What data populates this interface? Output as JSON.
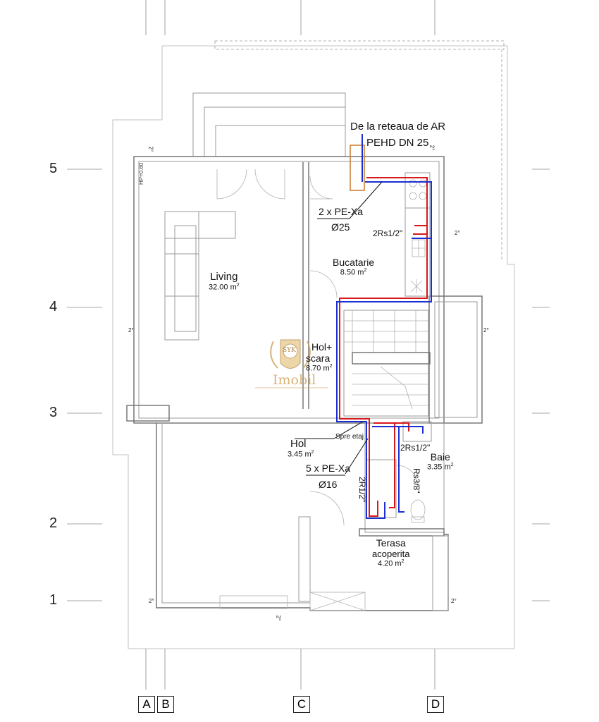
{
  "axes": {
    "rows": [
      "5",
      "4",
      "3",
      "2",
      "1"
    ],
    "columns": [
      "A",
      "B",
      "C",
      "D"
    ]
  },
  "supply": {
    "title": "De la reteaua de AR",
    "pipe": "PEHD DN 25"
  },
  "pipes": [
    {
      "label": "2 x PE-Xa",
      "diameter": "Ø25"
    },
    {
      "label": "5 x PE-Xa",
      "diameter": "Ø16"
    }
  ],
  "fittings": {
    "kitchen": "2Rs1/2\"",
    "bath_top": "2Rs1/2\"",
    "bath_left": "2R1/2\"",
    "bath_right": "Rs3/8\"",
    "to_upper_floor": "Spre etaj"
  },
  "rooms": [
    {
      "name": "Living",
      "area": "32.00 m",
      "unit_sup": "2"
    },
    {
      "name": "Bucatarie",
      "area": "8.50 m",
      "unit_sup": "2"
    },
    {
      "name": "Hol+",
      "name2": "scara",
      "area": "8.70 m",
      "unit_sup": "2"
    },
    {
      "name": "Hol",
      "area": "3.45 m",
      "unit_sup": "2"
    },
    {
      "name": "Baie",
      "area": "3.35 m",
      "unit_sup": "2"
    },
    {
      "name": "Terasa",
      "name2": "acoperita",
      "area": "4.20 m",
      "unit_sup": "2"
    }
  ],
  "slopes": [
    "2°",
    "2°",
    "2°",
    "2°",
    "2°",
    "2°",
    "2°",
    "2°"
  ],
  "sill": "HP=0.60",
  "watermark": {
    "badge": "SYK",
    "brand": "Imobil"
  },
  "colors": {
    "hot": "#d81919",
    "cold": "#1c2fd0",
    "walls": "#6e6e6e",
    "supply": "#c87a2a"
  }
}
